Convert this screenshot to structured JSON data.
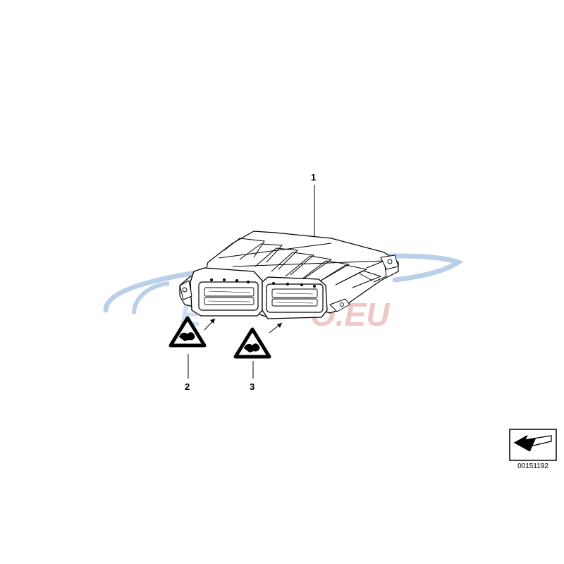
{
  "watermark": {
    "text": "eauto.eu",
    "colors": {
      "blue": "#aec8e6",
      "red": "#e7aeb1"
    }
  },
  "callouts": [
    {
      "id": "1",
      "label": "1",
      "part": "control-unit"
    },
    {
      "id": "2",
      "label": "2",
      "part": "warning-label-left"
    },
    {
      "id": "3",
      "label": "3",
      "part": "warning-label-right"
    }
  ],
  "document": {
    "illustration_number": "00151192"
  },
  "colors": {
    "line": "#000000",
    "background": "#ffffff"
  }
}
